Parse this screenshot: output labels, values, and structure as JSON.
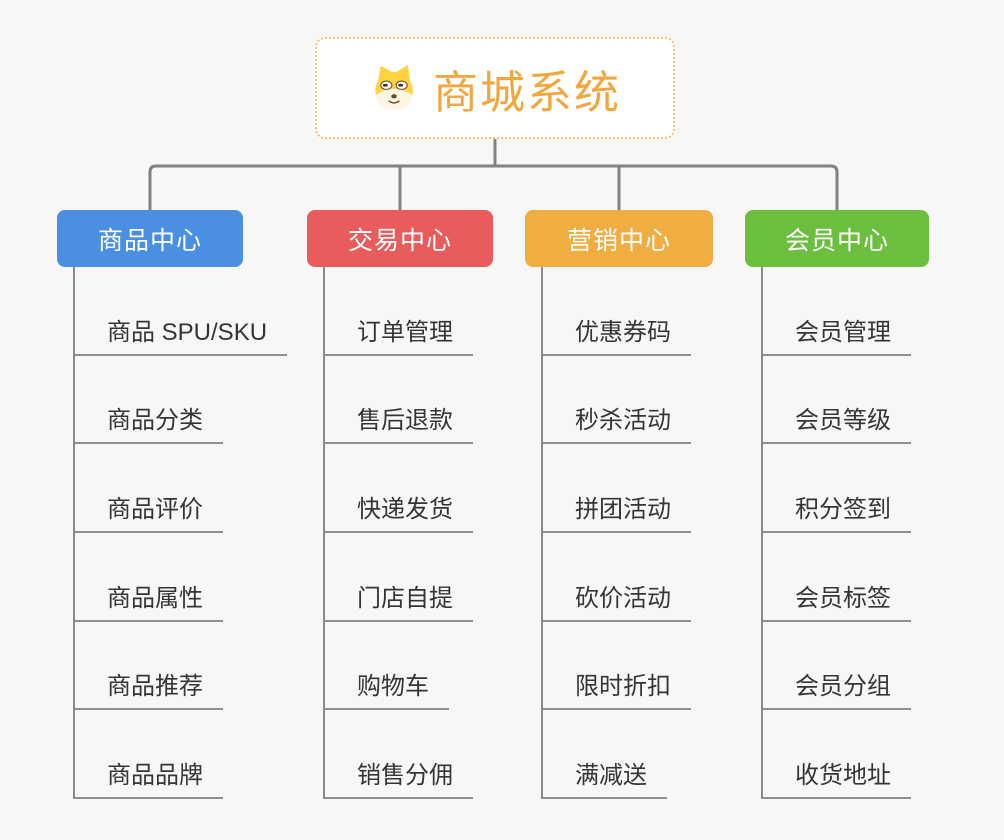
{
  "root": {
    "title": "商城系统",
    "icon": "dog-face-icon",
    "title_color": "#f0a73e",
    "border_color": "#f4c26b"
  },
  "branches": [
    {
      "label": "商品中心",
      "color": "#4a8fe2",
      "items": [
        "商品 SPU/SKU",
        "商品分类",
        "商品评价",
        "商品属性",
        "商品推荐",
        "商品品牌"
      ]
    },
    {
      "label": "交易中心",
      "color": "#e85d5b",
      "items": [
        "订单管理",
        "售后退款",
        "快递发货",
        "门店自提",
        "购物车",
        "销售分佣"
      ]
    },
    {
      "label": "营销中心",
      "color": "#efad42",
      "items": [
        "优惠券码",
        "秒杀活动",
        "拼团活动",
        "砍价活动",
        "限时折扣",
        "满减送"
      ]
    },
    {
      "label": "会员中心",
      "color": "#6cbe3f",
      "items": [
        "会员管理",
        "会员等级",
        "积分签到",
        "会员标签",
        "会员分组",
        "收货地址"
      ]
    }
  ],
  "connector_color": "#828282",
  "background_color": "#f7f7f7"
}
